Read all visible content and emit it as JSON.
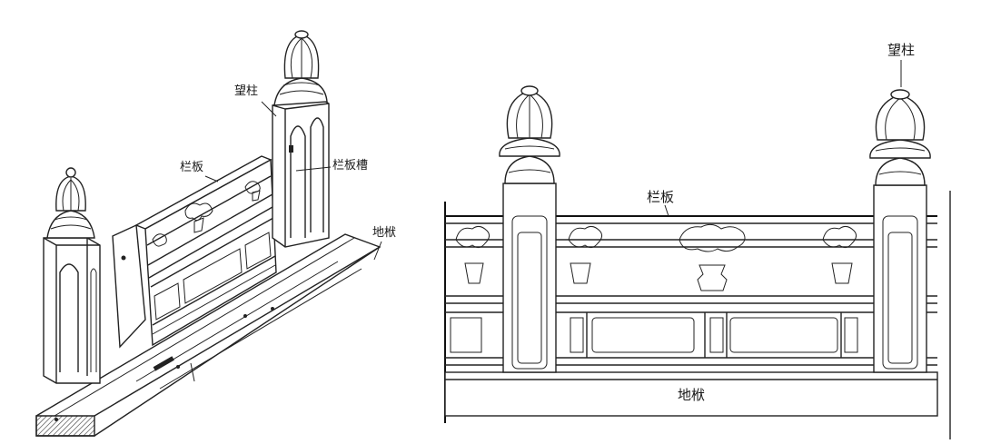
{
  "left_figure": {
    "labels": {
      "post": "望柱",
      "panel": "栏板",
      "panel_slot": "栏板槽",
      "ground_beam": "地栿"
    }
  },
  "right_figure": {
    "labels": {
      "post": "望柱",
      "panel": "栏板",
      "ground_beam": "地栿"
    }
  }
}
